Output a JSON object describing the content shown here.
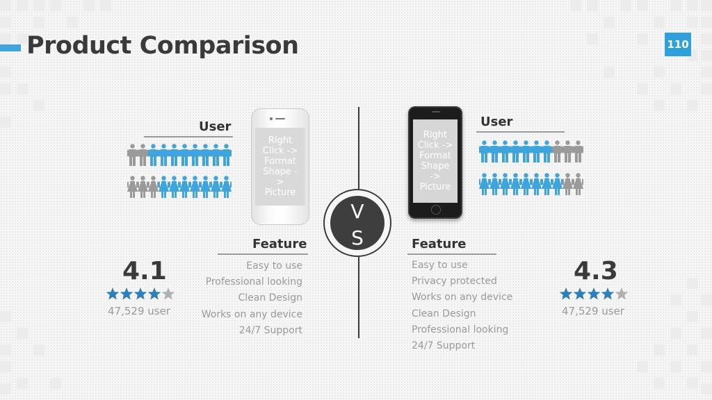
{
  "colors": {
    "blue": "#3fa4dc",
    "gray": "#9a9a9a",
    "star_blue": "#2f80b8",
    "star_gray": "#b0b0b0",
    "page_badge": "#2ea0db"
  },
  "page": {
    "title": "Product Comparison",
    "number": "110"
  },
  "placeholder": "Right\nClick ->\nFormat\nShape -\n>\nPicture",
  "placeholder_right": "Right\nClick ->\nFormat\nShape\n->\nPicture",
  "vs": {
    "top": "V",
    "bottom": "S"
  },
  "left": {
    "user_heading": "User",
    "men_blue_count": 8,
    "women_blue_count": 7,
    "people_total": 10,
    "feature_heading": "Feature",
    "features": [
      "Easy to use",
      "Professional looking",
      "Clean Design",
      "Works on any device",
      "24/7 Support"
    ],
    "rating": "4.1",
    "stars_filled": 4,
    "users": "47,529 user"
  },
  "right": {
    "user_heading": "User",
    "men_blue_count": 7,
    "women_blue_count": 8,
    "people_total": 10,
    "feature_heading": "Feature",
    "features": [
      "Easy to use",
      "Privacy protected",
      "Works on any device",
      "Clean Design",
      "Professional looking",
      "24/7 Support"
    ],
    "rating": "4.3",
    "stars_filled": 4,
    "users": "47,529 user"
  }
}
